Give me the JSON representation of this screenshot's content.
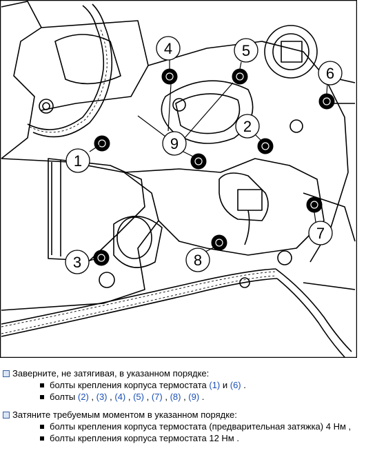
{
  "figure": {
    "callouts": [
      "1",
      "2",
      "3",
      "4",
      "5",
      "6",
      "7",
      "8",
      "9"
    ],
    "accent_color": "#1a4fb5"
  },
  "step1": {
    "title": "Заверните, не затягивая, в указанном порядке:",
    "items": [
      {
        "prefix": "болты крепления корпуса термостата ",
        "refs": [
          "(1)",
          "(6)"
        ],
        "join": " и ",
        "suffix": " ."
      },
      {
        "prefix": "болты ",
        "refs": [
          "(2)",
          "(3)",
          "(4)",
          "(5)",
          "(7)",
          "(8)",
          "(9)"
        ],
        "join": " , ",
        "suffix": " ."
      }
    ]
  },
  "step2": {
    "title": "Затяните требуемым моментом в указанном порядке:",
    "items": [
      "болты крепления корпуса термостата (предварительная затяжка) 4 Нм ,",
      "болты крепления корпуса термостата 12 Нм ."
    ]
  }
}
